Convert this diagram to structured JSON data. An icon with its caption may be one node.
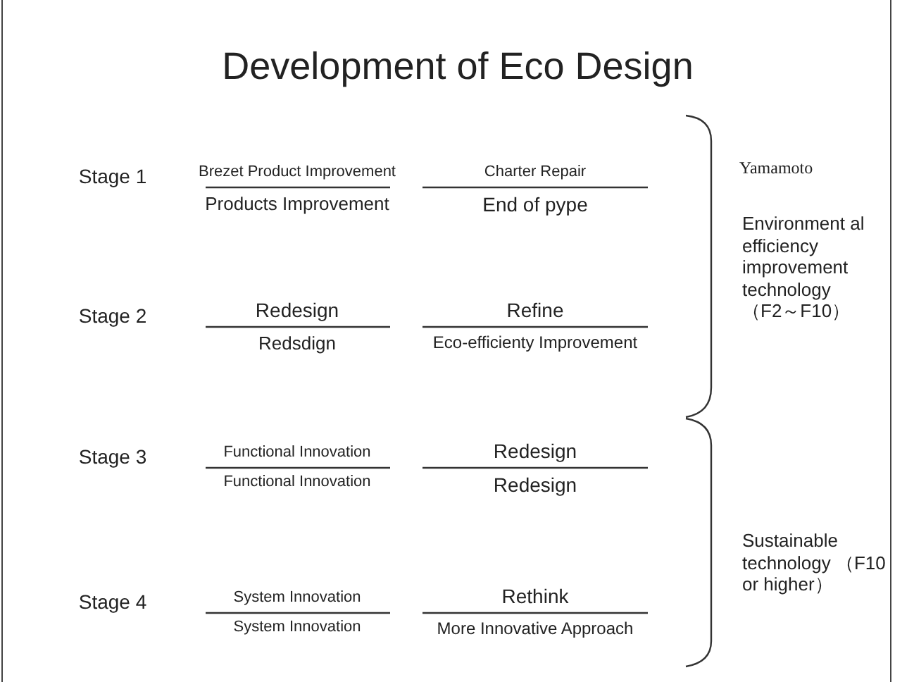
{
  "diagram": {
    "title": "Development of Eco Design",
    "labels": [
      "Stage 1",
      "Brezet Product Improvement",
      "Charter Repair",
      "Products Improvement",
      "End of pype",
      "Stage 2",
      "Redesign",
      "Refine",
      "Redsdign",
      "Eco-efficienty Improvement",
      "Stage 3",
      "Functional Innovation",
      "Redesign",
      "Functional Innovation",
      "Redesign",
      "Stage 4",
      "System Innovation",
      "Rethink",
      "System Innovation",
      "More Innovative Approach",
      "Yamamoto",
      "Environment al efficiency improvement technology （F2～F10）",
      "Sustainable technology （F10 or higher）"
    ]
  }
}
